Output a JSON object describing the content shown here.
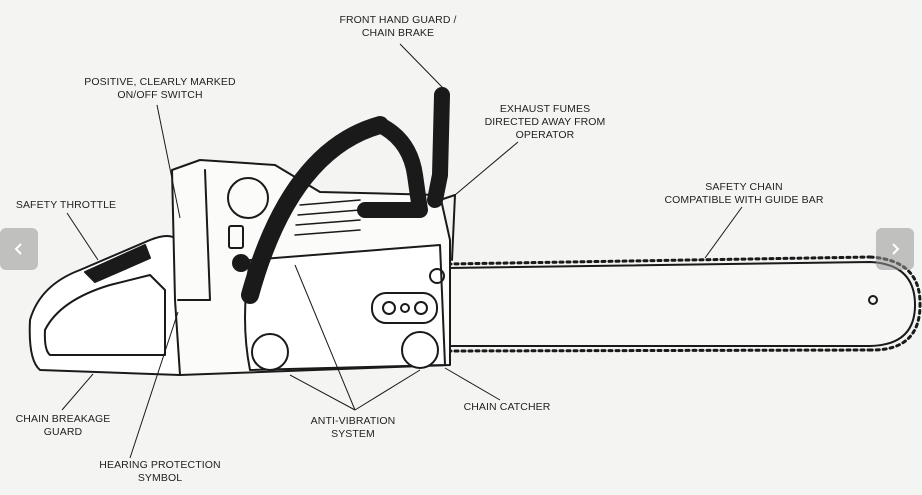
{
  "labels": {
    "front_hand_guard": [
      "FRONT HAND GUARD /",
      "CHAIN BRAKE"
    ],
    "on_off_switch": [
      "POSITIVE, CLEARLY MARKED",
      "ON/OFF SWITCH"
    ],
    "exhaust_fumes": [
      "EXHAUST FUMES",
      "DIRECTED AWAY FROM",
      "OPERATOR"
    ],
    "safety_throttle": [
      "SAFETY THROTTLE"
    ],
    "safety_chain": [
      "SAFETY CHAIN",
      "COMPATIBLE WITH GUIDE BAR"
    ],
    "chain_catcher": [
      "CHAIN CATCHER"
    ],
    "chain_breakage_guard": [
      "CHAIN BREAKAGE",
      "GUARD"
    ],
    "anti_vibration": [
      "ANTI-VIBRATION",
      "SYSTEM"
    ],
    "hearing_protection": [
      "HEARING PROTECTION",
      "SYMBOL"
    ]
  },
  "nav": {
    "prev_icon": "chevron-left-icon",
    "next_icon": "chevron-right-icon"
  }
}
